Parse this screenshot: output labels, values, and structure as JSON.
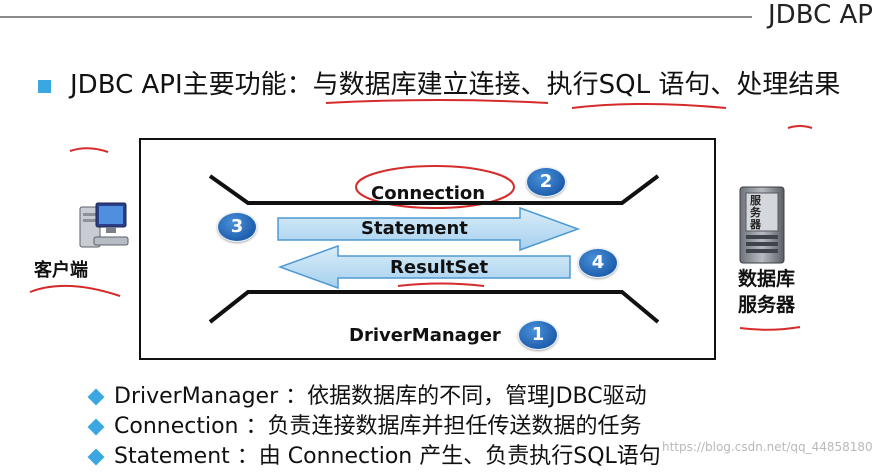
{
  "header": {
    "title": "JDBC AP"
  },
  "main": {
    "text": "JDBC API主要功能：与数据库建立连接、执行SQL 语句、处理结果"
  },
  "diagram": {
    "connection_label": "Connection",
    "statement_label": "Statement",
    "resultset_label": "ResultSet",
    "drivermanager_label": "DriverManager",
    "badges": {
      "connection": "2",
      "statement": "3",
      "resultset": "4",
      "drivermanager": "1"
    },
    "client_label": "客户端",
    "server_label": "数据库服务器",
    "server_box_text": "服务器"
  },
  "descriptions": [
    {
      "text": "DriverManager ：依据数据库的不同，管理JDBC驱动"
    },
    {
      "text": "Connection ：负责连接数据库并担任传送数据的任务"
    },
    {
      "text": "Statement ：由 Connection 产生、负责执行SQL语句"
    }
  ],
  "watermark": "https://blog.csdn.net/qq_44858180",
  "colors": {
    "bullet": "#3aa7e0",
    "badge": "#1f5fae",
    "arrow_fill": "#b9dcf2",
    "arrow_stroke": "#4f9ad1",
    "annotation": "#d62b2b"
  }
}
